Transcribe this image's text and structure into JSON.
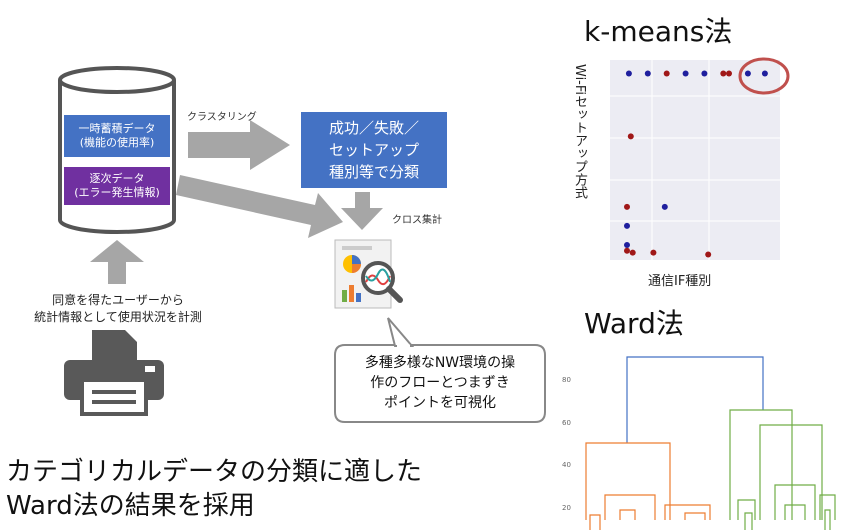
{
  "diagram": {
    "db_box1": "一時蓄積データ\n(機能の使用率)",
    "db_box2": "逐次データ\n(エラー発生情報)",
    "clustering_label": "クラスタリング",
    "result_box": "成功／失敗／\nセットアップ\n種別等で分類",
    "cross_label": "クロス集計",
    "consent_text": "同意を得たユーザーから\n統計情報として使用状況を計測",
    "bubble_text": "多種多様なNW環境の操\n作のフローとつまずき\nポイントを可視化",
    "conclusion": "カテゴリカルデータの分類に適した\nWard法の結果を採用",
    "colors": {
      "blue": "#4472c4",
      "purple": "#7030a0",
      "gray_arrow": "#a6a6a6",
      "printer": "#595959"
    }
  },
  "kmeans": {
    "title": "k-means法",
    "xlabel": "通信IF種別",
    "ylabel": "Wi-Fiセットアップ方式",
    "chart_data": {
      "type": "scatter",
      "series": [
        {
          "color": "#1f1f9e",
          "points": [
            [
              1,
              10
            ],
            [
              2,
              10
            ],
            [
              4,
              10
            ],
            [
              5,
              10
            ],
            [
              7.3,
              10
            ],
            [
              8.2,
              10
            ],
            [
              2.9,
              3
            ],
            [
              0.9,
              2
            ],
            [
              0.9,
              1
            ]
          ]
        },
        {
          "color": "#a01818",
          "points": [
            [
              3,
              10
            ],
            [
              6,
              10
            ],
            [
              6.3,
              10
            ],
            [
              1.1,
              6.7
            ],
            [
              0.9,
              3
            ],
            [
              1.2,
              0.6
            ],
            [
              2.3,
              0.6
            ],
            [
              5.2,
              0.5
            ],
            [
              0.9,
              0.7
            ]
          ]
        }
      ],
      "highlight_color": "#c0504d"
    }
  },
  "ward": {
    "title": "Ward法",
    "ticks": [
      "80",
      "60",
      "40",
      "20"
    ],
    "colors": {
      "top": "#4472c4",
      "left": "#ed7d31",
      "right": "#70ad47"
    }
  }
}
